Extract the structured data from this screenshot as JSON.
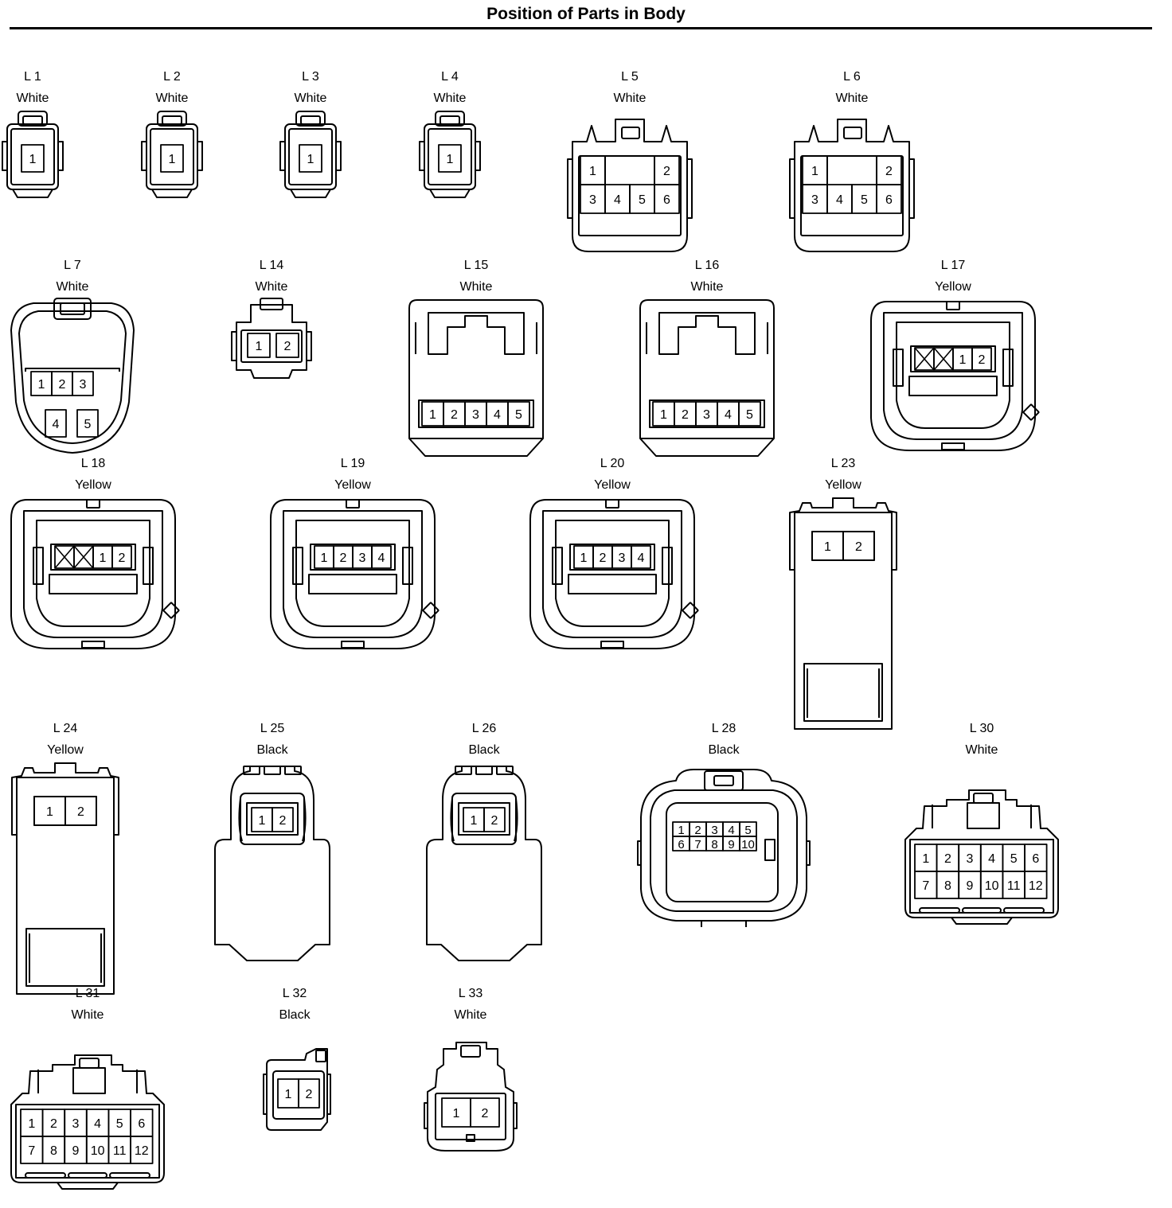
{
  "page": {
    "title": "Position of Parts in Body"
  },
  "connectors": [
    {
      "code": "L 1",
      "color": "White",
      "pins": [
        "1"
      ]
    },
    {
      "code": "L 2",
      "color": "White",
      "pins": [
        "1"
      ]
    },
    {
      "code": "L 3",
      "color": "White",
      "pins": [
        "1"
      ]
    },
    {
      "code": "L 4",
      "color": "White",
      "pins": [
        "1"
      ]
    },
    {
      "code": "L 5",
      "color": "White",
      "pins": [
        "1",
        "2",
        "3",
        "4",
        "5",
        "6"
      ]
    },
    {
      "code": "L 6",
      "color": "White",
      "pins": [
        "1",
        "2",
        "3",
        "4",
        "5",
        "6"
      ]
    },
    {
      "code": "L 7",
      "color": "White",
      "pins": [
        "1",
        "2",
        "3",
        "4",
        "5"
      ]
    },
    {
      "code": "L 14",
      "color": "White",
      "pins": [
        "1",
        "2"
      ]
    },
    {
      "code": "L 15",
      "color": "White",
      "pins": [
        "1",
        "2",
        "3",
        "4",
        "5"
      ]
    },
    {
      "code": "L 16",
      "color": "White",
      "pins": [
        "1",
        "2",
        "3",
        "4",
        "5"
      ]
    },
    {
      "code": "L 17",
      "color": "Yellow",
      "pins": [
        "1",
        "2"
      ]
    },
    {
      "code": "L 18",
      "color": "Yellow",
      "pins": [
        "1",
        "2"
      ]
    },
    {
      "code": "L 19",
      "color": "Yellow",
      "pins": [
        "1",
        "2",
        "3",
        "4"
      ]
    },
    {
      "code": "L 20",
      "color": "Yellow",
      "pins": [
        "1",
        "2",
        "3",
        "4"
      ]
    },
    {
      "code": "L 23",
      "color": "Yellow",
      "pins": [
        "1",
        "2"
      ]
    },
    {
      "code": "L 24",
      "color": "Yellow",
      "pins": [
        "1",
        "2"
      ]
    },
    {
      "code": "L 25",
      "color": "Black",
      "pins": [
        "1",
        "2"
      ]
    },
    {
      "code": "L 26",
      "color": "Black",
      "pins": [
        "1",
        "2"
      ]
    },
    {
      "code": "L 28",
      "color": "Black",
      "pins": [
        "1",
        "2",
        "3",
        "4",
        "5",
        "6",
        "7",
        "8",
        "9",
        "10"
      ]
    },
    {
      "code": "L 30",
      "color": "White",
      "pins": [
        "1",
        "2",
        "3",
        "4",
        "5",
        "6",
        "7",
        "8",
        "9",
        "10",
        "11",
        "12"
      ]
    },
    {
      "code": "L 31",
      "color": "White",
      "pins": [
        "1",
        "2",
        "3",
        "4",
        "5",
        "6",
        "7",
        "8",
        "9",
        "10",
        "11",
        "12"
      ]
    },
    {
      "code": "L 32",
      "color": "Black",
      "pins": [
        "1",
        "2"
      ]
    },
    {
      "code": "L 33",
      "color": "White",
      "pins": [
        "1",
        "2"
      ]
    }
  ]
}
